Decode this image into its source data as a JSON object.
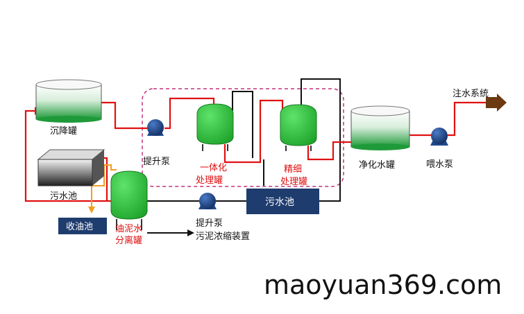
{
  "labels": {
    "settling_tank": "沉降罐",
    "sewage_pool_left": "污水池",
    "oil_collection_pool": "收油池",
    "lift_pump_top": "提升泵",
    "integrated_tank_l1": "一体化",
    "integrated_tank_l2": "处理罐",
    "fine_tank_l1": "精细",
    "fine_tank_l2": "处理罐",
    "purified_tank": "净化水罐",
    "feed_pump": "喂水泵",
    "injection_system": "注水系统",
    "sewage_pool_right": "污水池",
    "separation_tank_l1": "油泥水",
    "separation_tank_l2": "分离罐",
    "lift_pump_bottom": "提升泵",
    "sludge_device": "污泥浓缩装置"
  },
  "watermark": "maoyuan369.com",
  "colors": {
    "pipe_red": "#e01010",
    "pipe_black": "#111111",
    "pipe_orange": "#f0a020",
    "tank_green": "#2fbf3f",
    "box_blue": "#1f3c6e",
    "pump_blue": "#1f4a8a",
    "dashed_border": "#c0307a",
    "arrow_brown": "#6b3a10"
  }
}
